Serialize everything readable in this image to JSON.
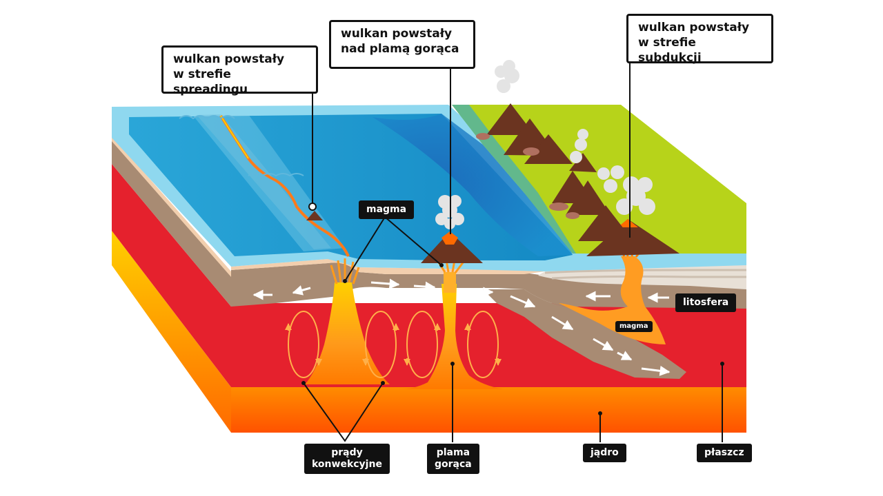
{
  "callouts": {
    "spreading": "wulkan powstały\nw strefie spreadingu",
    "hotspot": "wulkan powstały\nnad plamą gorąca",
    "subduction": "wulkan powstały\nw strefie subdukcji"
  },
  "labels": {
    "magma_top": "magma",
    "magma_subduction": "magma",
    "litosfera": "litosfera",
    "convection": "prądy\nkonwekcyjne",
    "hotspot": "plama\ngorąca",
    "core": "jądro",
    "mantle": "płaszcz"
  },
  "colors": {
    "ocean": "#1f9fd2",
    "ocean_light": "#8fd8ef",
    "land": "#b7d31a",
    "lithosphere": "#a88b73",
    "crust": "#f2cfae",
    "mantle": "#e5212d",
    "core": "#ff6a00",
    "magma": "#ffa51f",
    "volcano": "#6b3420",
    "label_bg": "#111111"
  }
}
